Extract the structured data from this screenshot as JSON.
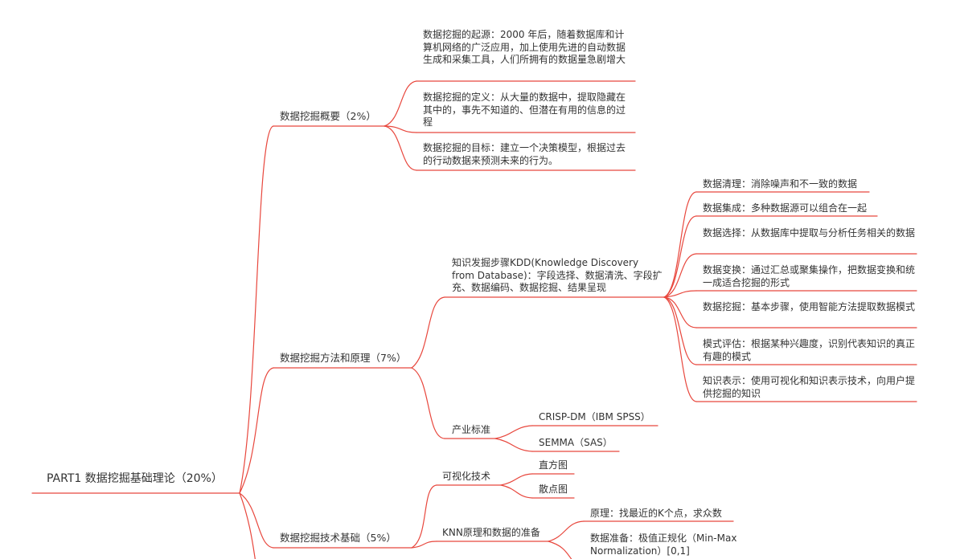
{
  "root": {
    "label": "PART1 数据挖掘基础理论（20%）"
  },
  "overview": {
    "label": "数据挖掘概要（2%）",
    "origin": "数据挖掘的起源：2000 年后，随着数据库和计算机网络的广泛应用，加上使用先进的自动数据生成和采集工具，人们所拥有的数据量急剧增大",
    "definition": "数据挖掘的定义：从大量的数据中，提取隐藏在其中的，事先不知道的、但潜在有用的信息的过程",
    "goal": "数据挖掘的目标：建立一个决策模型，根据过去的行动数据来预测未来的行为。"
  },
  "methods": {
    "label": "数据挖掘方法和原理（7%）",
    "kdd": {
      "label": "知识发掘步骤KDD(Knowledge Discovery from Database)：字段选择、数据清洗、字段扩充、数据编码、数据挖掘、结果呈现",
      "steps": [
        "数据清理：消除噪声和不一致的数据",
        "数据集成：多种数据源可以组合在一起",
        "数据选择：从数据库中提取与分析任务相关的数据",
        "数据变换：通过汇总或聚集操作，把数据变换和统一成适合挖掘的形式",
        "数据挖掘：基本步骤，使用智能方法提取数据模式",
        "模式评估：根据某种兴趣度，识别代表知识的真正有趣的模式",
        "知识表示：使用可视化和知识表示技术，向用户提供挖掘的知识"
      ]
    },
    "standards": {
      "label": "产业标准",
      "items": [
        "CRISP-DM（IBM SPSS）",
        "SEMMA（SAS）"
      ]
    }
  },
  "tech": {
    "label": "数据挖掘技术基础（5%）",
    "visualization": {
      "label": "可视化技术",
      "items": [
        "直方图",
        "散点图"
      ]
    },
    "knn": {
      "label": "KNN原理和数据的准备",
      "items": [
        "原理：找最近的K个点，求众数",
        "数据准备：极值正规化（Min-Max Normalization）[0,1]"
      ]
    }
  },
  "colors": {
    "branch": "#e8473d",
    "text": "#333333"
  }
}
